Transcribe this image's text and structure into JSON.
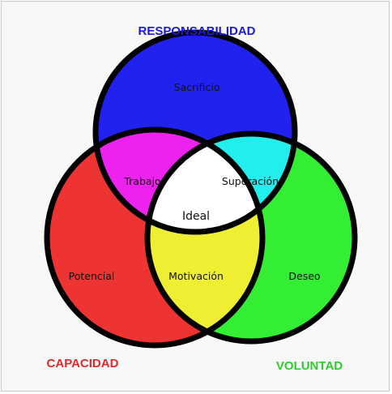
{
  "titles": {
    "top": "RESPONSABILIDAD",
    "left": "CAPACIDAD",
    "right": "VOLUNTAD"
  },
  "regions": {
    "top_only": "Sacrificio",
    "left_only": "Potencial",
    "right_only": "Deseo",
    "top_left": "Trabajo",
    "top_right": "Superación",
    "left_right": "Motivación",
    "center": "Ideal"
  },
  "colors": {
    "top": "#2222f0",
    "left": "#ee3333",
    "right": "#33ee33",
    "top_left": "#ee22ee",
    "top_right": "#22eeee",
    "left_right": "#eeee33",
    "center": "#ffffff",
    "title_top": "#1a1ad8",
    "title_left": "#e02a2a",
    "title_right": "#2ecc2e"
  }
}
